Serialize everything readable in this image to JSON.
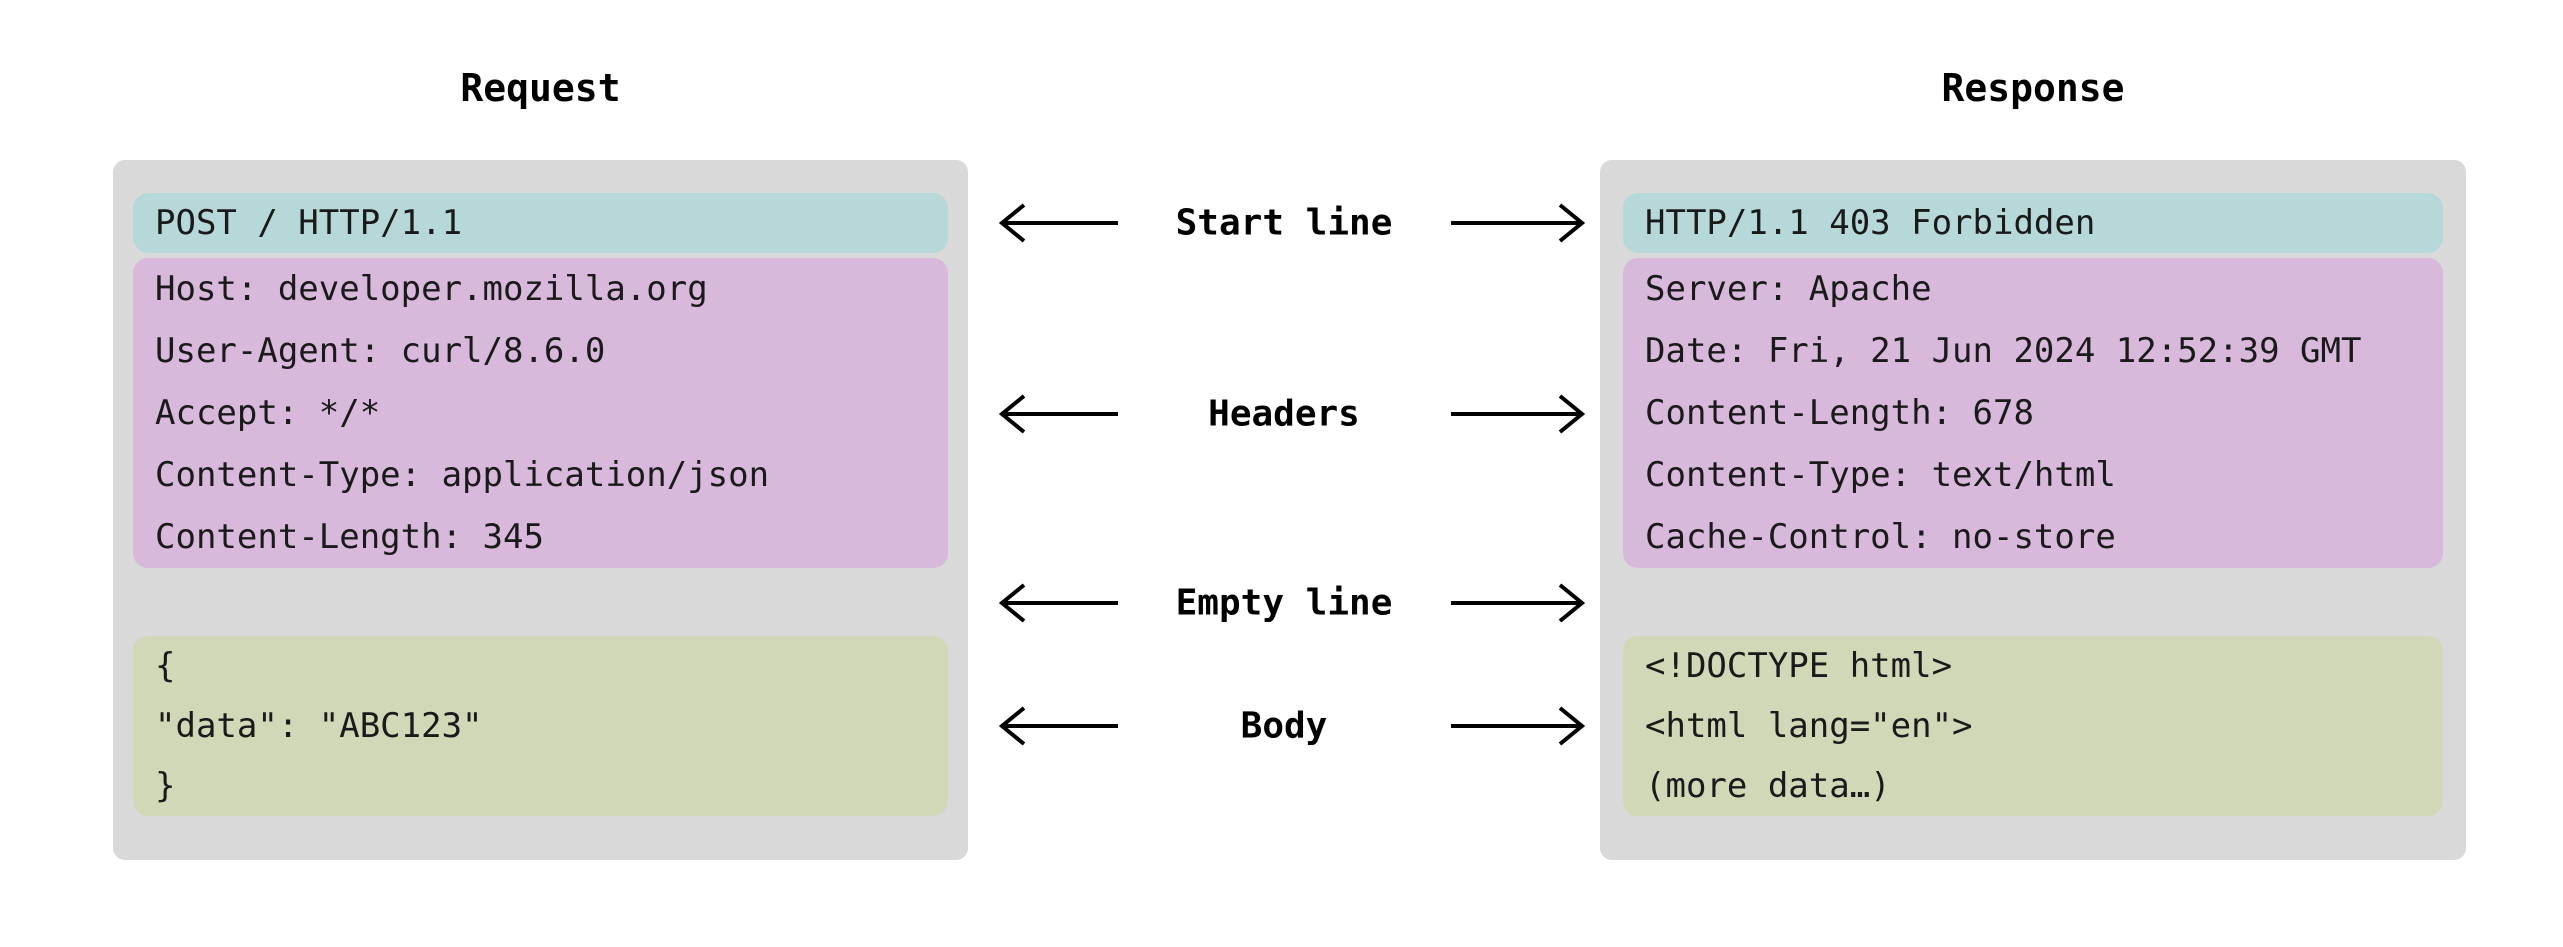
{
  "diagram": {
    "request": {
      "title": "Request",
      "start_line": "POST / HTTP/1.1",
      "headers": [
        "Host: developer.mozilla.org",
        "User-Agent: curl/8.6.0",
        "Accept: */*",
        "Content-Type: application/json",
        "Content-Length: 345"
      ],
      "body": [
        "{",
        "\"data\": \"ABC123\"",
        "}"
      ]
    },
    "response": {
      "title": "Response",
      "start_line": "HTTP/1.1 403 Forbidden",
      "headers": [
        "Server: Apache",
        "Date: Fri, 21 Jun 2024 12:52:39 GMT",
        "Content-Length: 678",
        "Content-Type: text/html",
        "Cache-Control: no-store"
      ],
      "body": [
        "<!DOCTYPE html>",
        "<html lang=\"en\">",
        "(more data…)"
      ]
    },
    "labels": {
      "start_line": "Start line",
      "headers": "Headers",
      "empty_line": "Empty line",
      "body": "Body"
    },
    "colors": {
      "panel_bg": "#d9d9d9",
      "start_line_bg": "#b6d8d8",
      "headers_bg": "#d8b9dc",
      "body_bg": "#d0d8b7",
      "text": "#1a1a1a"
    }
  }
}
